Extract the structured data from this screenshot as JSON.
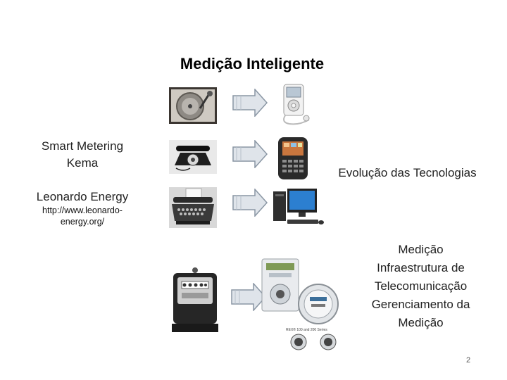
{
  "slide": {
    "title": "Medição Inteligente",
    "credit_line1": "Smart Metering",
    "credit_line2": "Kema",
    "credit_line3": "Leonardo Energy",
    "credit_url_line1": "http://www.leonardo-",
    "credit_url_line2": "energy.org/",
    "evolution_label": "Evolução das Tecnologias",
    "metering_lines": [
      "Medição",
      "Infraestrutura de",
      "Telecomunicação",
      "Gerenciamento da",
      "Medição"
    ],
    "page_number": "2"
  },
  "images": {
    "row1_left": "turntable-photo",
    "row1_right": "ipod-photo",
    "row2_left": "rotary-phone-photo",
    "row2_right": "blackberry-photo",
    "row3_left": "typewriter-photo",
    "row3_right": "desktop-computer-photo",
    "row4_left": "analog-meter-photo",
    "row4_right": "smart-meters-photo"
  },
  "colors": {
    "arrow_fill": "#dfe4ea",
    "arrow_stroke": "#8a96a4"
  }
}
